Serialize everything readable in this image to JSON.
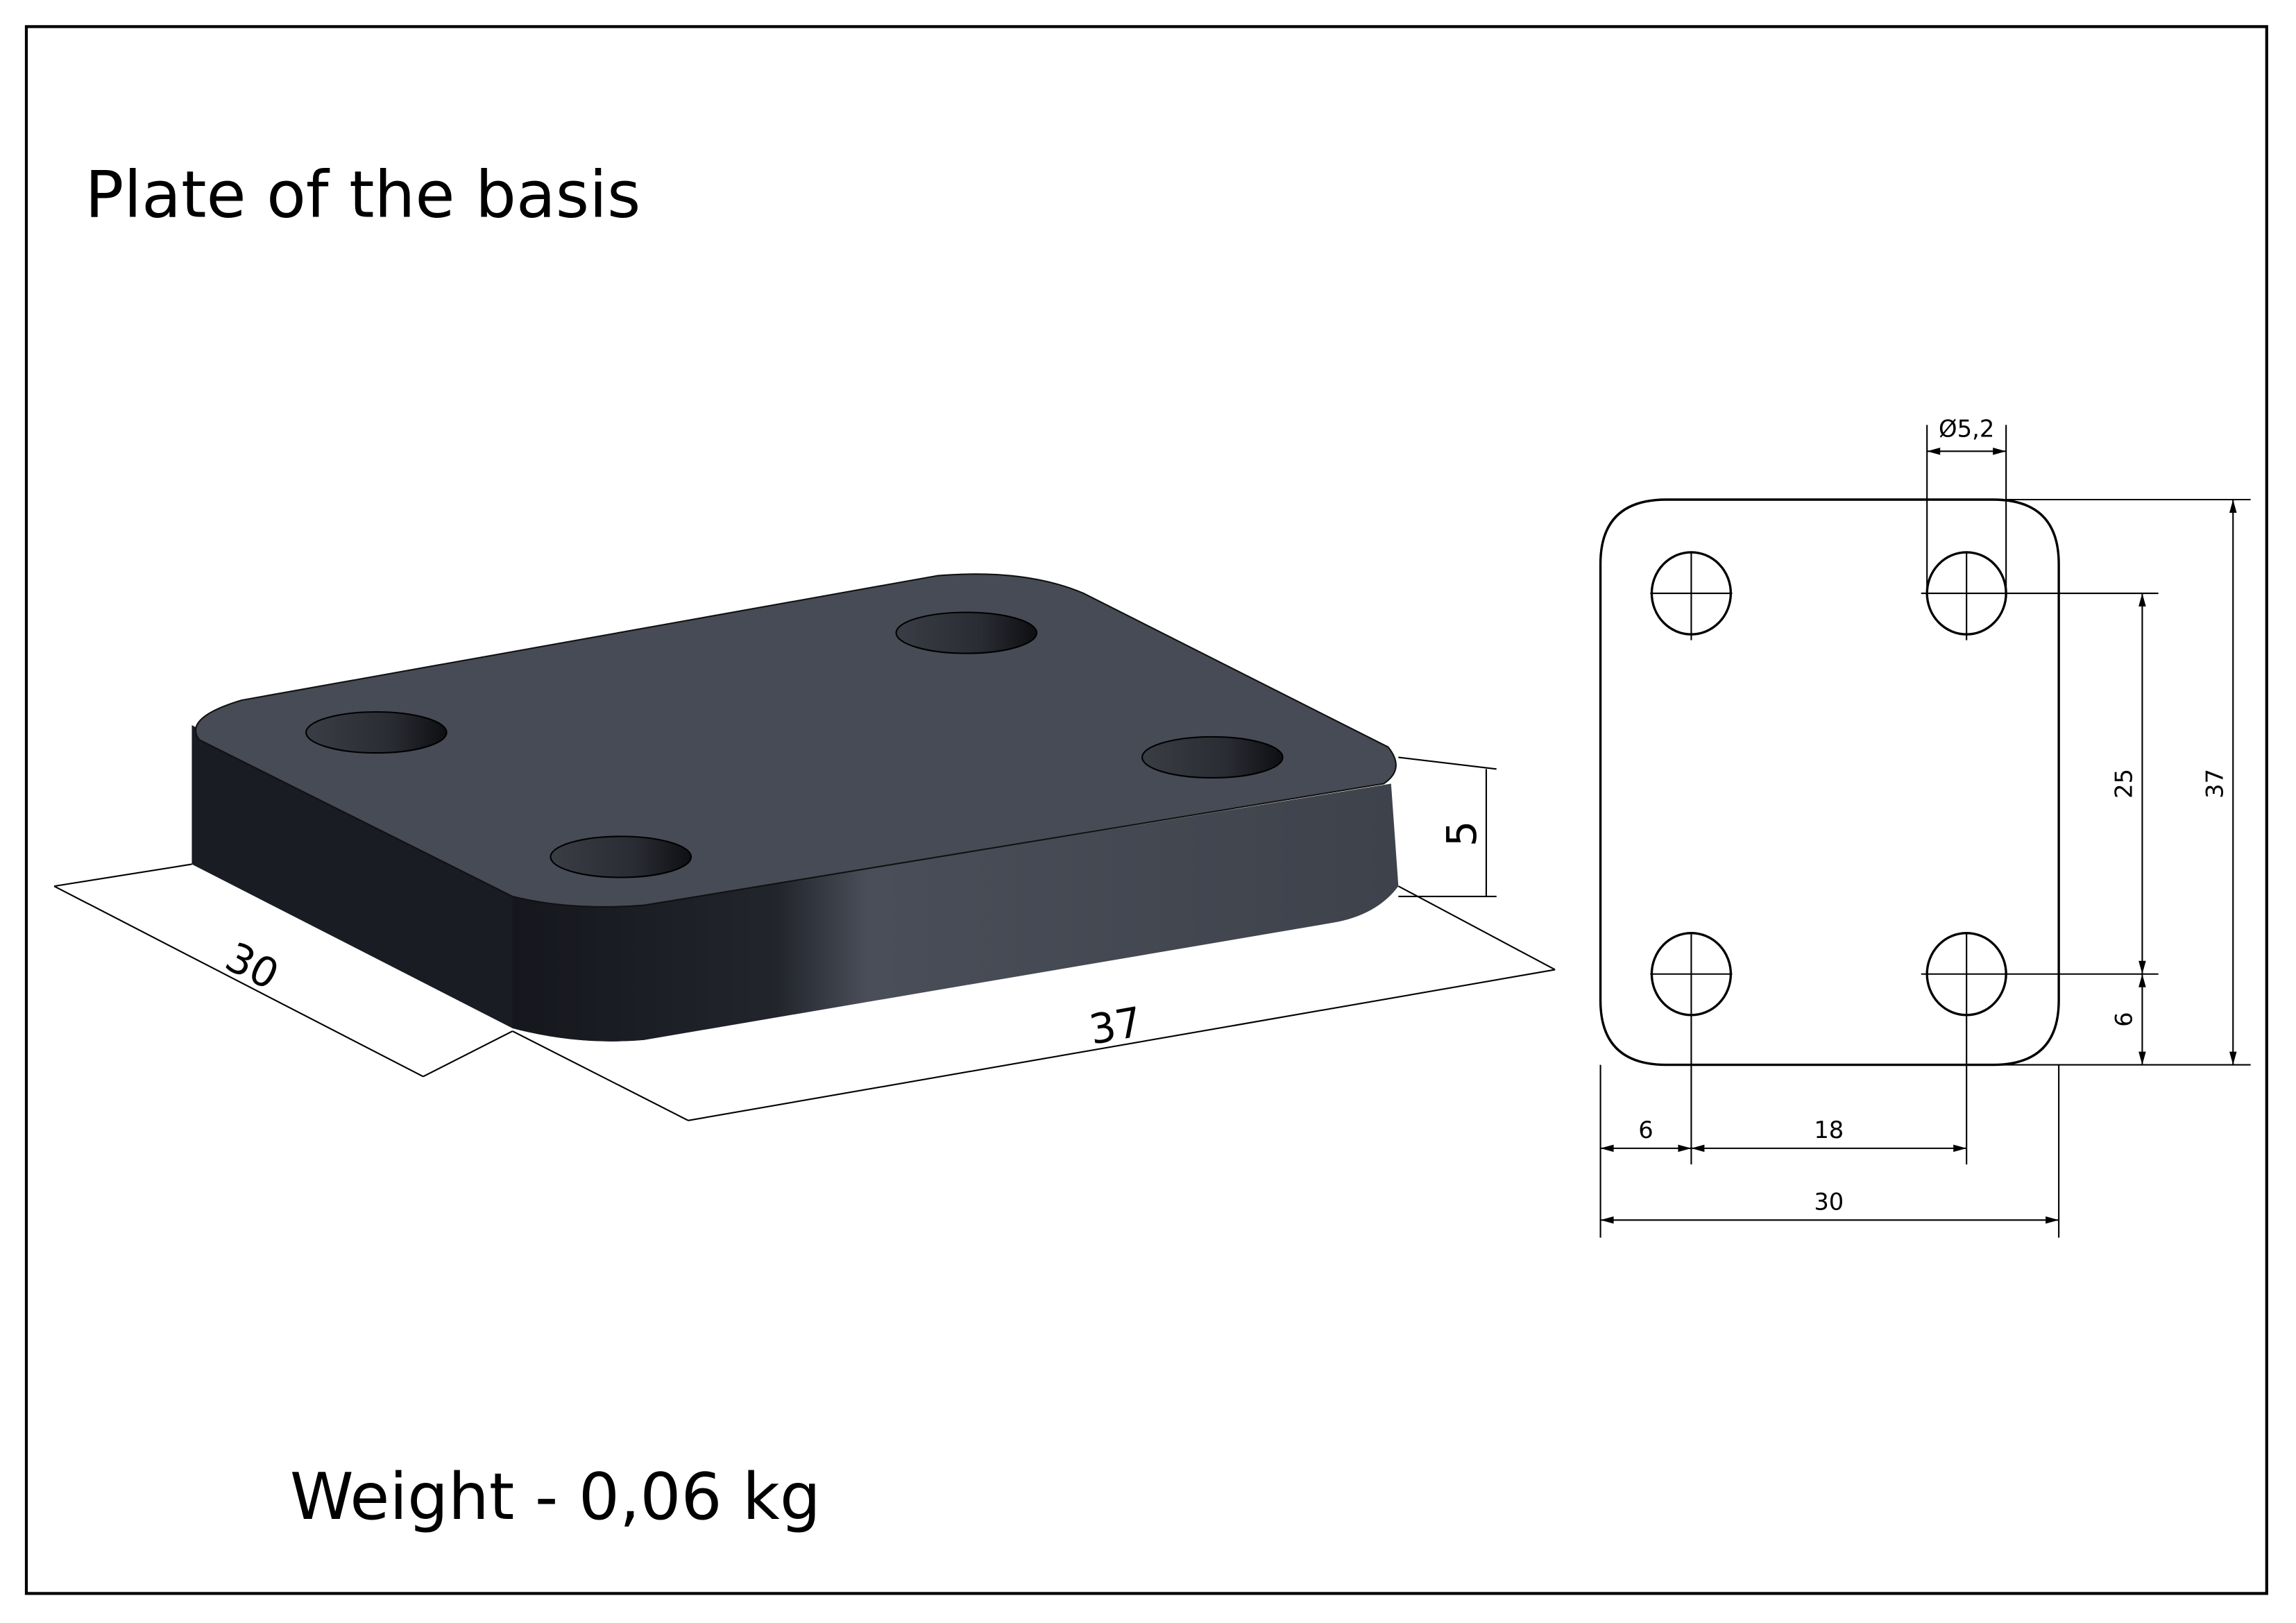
{
  "title": "Plate of the basis",
  "weight": "Weight - 0,06 kg",
  "iso_view": {
    "dim_width": "30",
    "dim_length": "37",
    "dim_thickness": "5"
  },
  "plan_view": {
    "hole_diameter": "Ø5,2",
    "dim_hole_spacing_y": "25",
    "dim_total_y": "37",
    "dim_edge_y": "6",
    "dim_edge_x": "6",
    "dim_hole_spacing_x": "18",
    "dim_total_x": "30"
  },
  "colors": {
    "plate_top": "#474b55",
    "plate_side": "#1a1d24"
  }
}
